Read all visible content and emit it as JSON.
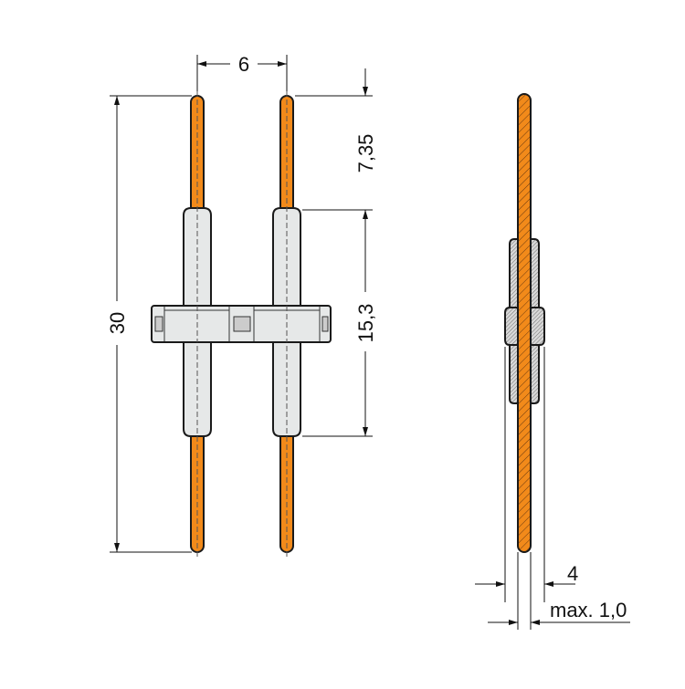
{
  "dimensions": {
    "pitch": "6",
    "top_length": "7,35",
    "body_length": "15,3",
    "total_length": "30",
    "housing_depth": "4",
    "pin_thickness": "max. 1,0"
  },
  "colors": {
    "pin": "#f28a1a",
    "body": "#e6e8e8",
    "outline": "#1a1a1a"
  }
}
